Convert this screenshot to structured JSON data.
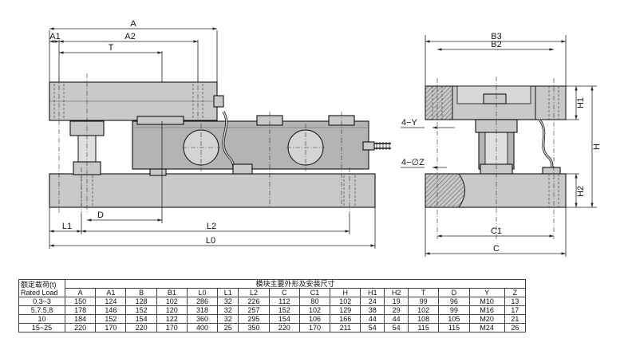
{
  "drawing": {
    "front_dims": {
      "A": "A",
      "A1": "A1",
      "A2": "A2",
      "T": "T",
      "D": "D",
      "L1": "L1",
      "L2": "L2",
      "L0": "L0"
    },
    "side_dims": {
      "B3": "B3",
      "B2": "B2",
      "H1": "H1",
      "H": "H",
      "H2": "H2",
      "C1": "C1",
      "C": "C",
      "Y": "4−Y",
      "Z": "4−∅Z"
    }
  },
  "table": {
    "load_label_cn": "额定载荷(t)",
    "load_label_en": "Rated Load",
    "group_title": "模块主要外形及安装尺寸",
    "columns": [
      "A",
      "A1",
      "B",
      "B1",
      "L0",
      "L1",
      "L2",
      "C",
      "C1",
      "H",
      "H1",
      "H2",
      "T",
      "D",
      "Y",
      "Z"
    ],
    "rows": [
      {
        "load": "0.3~3",
        "values": [
          "150",
          "124",
          "128",
          "102",
          "286",
          "32",
          "226",
          "112",
          "80",
          "102",
          "24",
          "19",
          "99",
          "96",
          "M10",
          "13"
        ]
      },
      {
        "load": "5,7.5,8",
        "values": [
          "178",
          "146",
          "152",
          "120",
          "318",
          "32",
          "257",
          "152",
          "102",
          "129",
          "38",
          "29",
          "102",
          "99",
          "M16",
          "17"
        ]
      },
      {
        "load": "10",
        "values": [
          "184",
          "152",
          "154",
          "122",
          "360",
          "32",
          "295",
          "154",
          "106",
          "166",
          "44",
          "44",
          "108",
          "105",
          "M20",
          "21"
        ]
      },
      {
        "load": "15~25",
        "values": [
          "220",
          "170",
          "220",
          "170",
          "400",
          "25",
          "350",
          "220",
          "170",
          "211",
          "54",
          "54",
          "115",
          "115",
          "M24",
          "26"
        ]
      }
    ]
  }
}
